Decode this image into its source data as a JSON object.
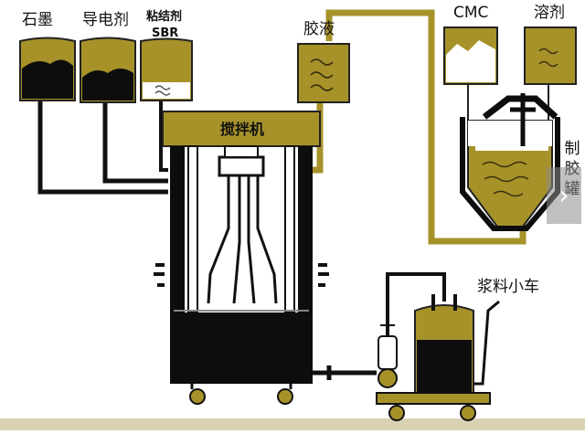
{
  "labels": {
    "graphite": "石墨",
    "conductive_agent": "导电剂",
    "binder_sbr_line1": "粘结剂",
    "binder_sbr_line2": "SBR",
    "glue": "胶液",
    "cmc": "CMC",
    "solvent": "溶剂",
    "glue_tank": "制胶罐",
    "mixer": "搅拌机",
    "slurry_cart": "浆料小车"
  },
  "colors": {
    "tank_fill": "#a7922a",
    "body_fill": "#0d0d0d",
    "pipe": "#a7922a",
    "outline": "#222222",
    "bottom_bar": "#d8d3b2"
  },
  "nav": {
    "next_icon": "›"
  }
}
